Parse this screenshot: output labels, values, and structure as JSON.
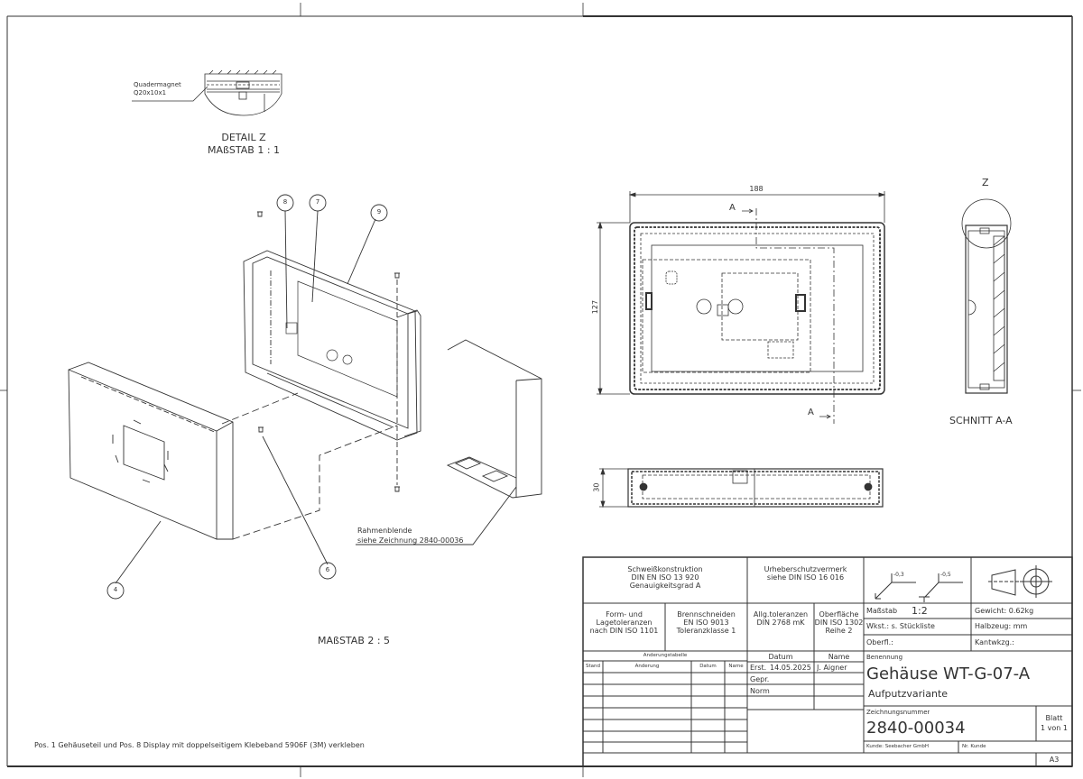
{
  "drawing": {
    "detail": {
      "label_line1": "Quadermagnet",
      "label_line2": "Q20x10x1",
      "title": "DETAIL Z",
      "scale": "MAßSTAB 1 : 1"
    },
    "exploded_view": {
      "balloons": [
        "8",
        "7",
        "9",
        "4",
        "6"
      ],
      "frame_note_line1": "Rahmenblende",
      "frame_note_line2": "siehe Zeichnung 2840-00036",
      "scale": "MAßSTAB 2 : 5"
    },
    "front_view": {
      "dim_width": "188",
      "dim_height": "127",
      "section_marker": "A"
    },
    "side_view": {
      "dim_depth": "30"
    },
    "section_view": {
      "detail_marker": "Z",
      "title": "SCHNITT A-A"
    },
    "note": "Pos. 1 Gehäuseteil und Pos. 8 Display mit doppelseitigem Klebeband 5906F (3M) verkleben"
  },
  "title_block": {
    "weld": [
      "Schweißkonstruktion",
      "DIN EN ISO 13 920",
      "Genauigkeitsgrad A"
    ],
    "copyright": [
      "Urheberschutzvermerk",
      "siehe DIN ISO 16 016"
    ],
    "form_tol": [
      "Form- und",
      "Lagetoleranzen",
      "nach DIN ISO 1101"
    ],
    "flame_cut": [
      "Brennschneiden",
      "EN ISO 9013",
      "Toleranzklasse 1"
    ],
    "gen_tol": [
      "Allg.toleranzen",
      "DIN 2768 mK"
    ],
    "surface": [
      "Oberfläche",
      "DIN ISO 1302",
      "Reihe 2"
    ],
    "weld_symbols": [
      "-0,3",
      "-0,5"
    ],
    "scale_label": "Maßstab",
    "scale_value": "1:2",
    "weight": "Gewicht: 0.62kg",
    "material": "Wkst.: s. Stückliste",
    "semi_finished": "Halbzeug: mm",
    "surface_short": "Oberfl.:",
    "edge_tool": "Kantwkzg.:",
    "change_table": {
      "title": "Änderungstabelle",
      "headers": [
        "Stand",
        "Änderung",
        "Datum",
        "Name"
      ],
      "rows": [
        [
          "",
          "",
          "",
          ""
        ],
        [
          "",
          "",
          "",
          ""
        ],
        [
          "",
          "",
          "",
          ""
        ],
        [
          "",
          "",
          "",
          ""
        ],
        [
          "",
          "",
          "",
          ""
        ],
        [
          "",
          "",
          "",
          ""
        ],
        [
          "",
          "",
          "",
          ""
        ]
      ]
    },
    "approval": {
      "headers": [
        "Datum",
        "Name"
      ],
      "rows": [
        {
          "role": "Erst.",
          "date": "14.05.2025",
          "name": "J. Aigner"
        },
        {
          "role": "Gepr.",
          "date": "",
          "name": ""
        },
        {
          "role": "Norm",
          "date": "",
          "name": ""
        }
      ]
    },
    "designation_label": "Benennung",
    "designation": "Gehäuse WT-G-07-A",
    "subtitle": "Aufputzvariante",
    "drawing_number_label": "Zeichnungsnummer",
    "drawing_number": "2840-00034",
    "sheet_label": "Blatt",
    "sheet_value": "1 von 1",
    "customer": "Kunde: Seebacher GmbH",
    "customer_no": "Nr. Kunde",
    "format": "A3"
  }
}
